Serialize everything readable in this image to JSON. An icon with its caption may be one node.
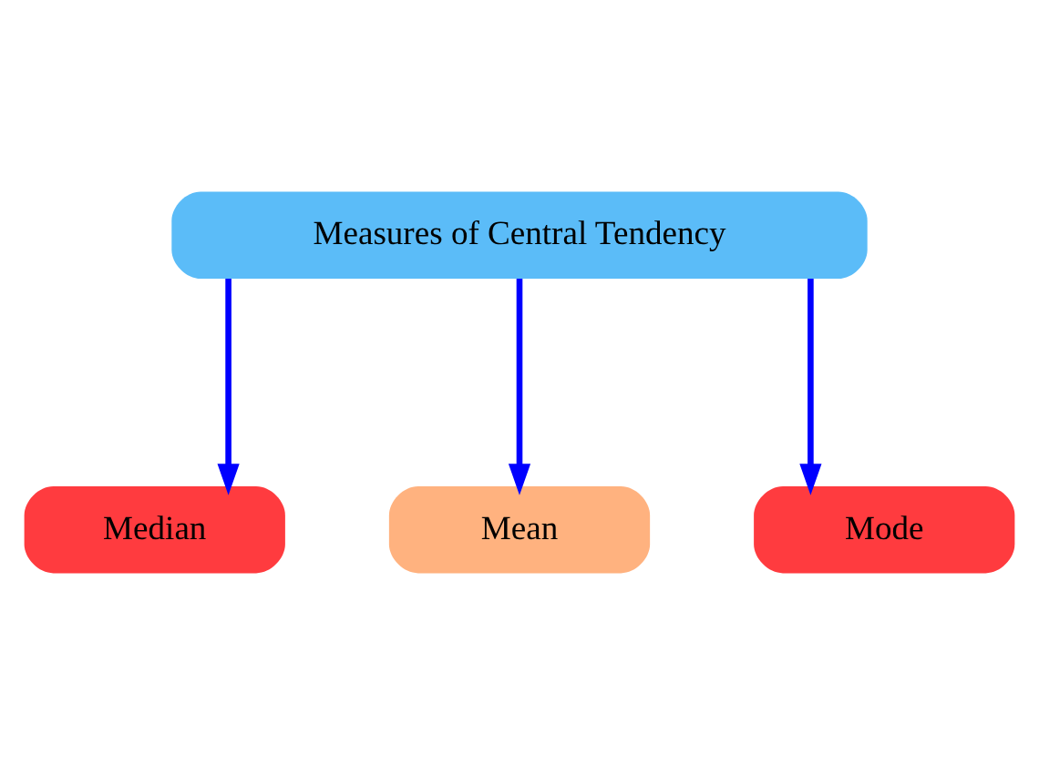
{
  "diagram": {
    "nodes": [
      {
        "text": [
          "Measures of Central Tendency"
        ]
      },
      {
        "text": [
          "Median"
        ]
      },
      {
        "text": [
          "Mean"
        ]
      },
      {
        "text": [
          "Mode"
        ]
      }
    ],
    "edges": [
      {
        "from": 0,
        "to": 1,
        "arrow": "to"
      },
      {
        "from": 0,
        "to": 2,
        "arrow": "to"
      },
      {
        "from": 0,
        "to": 3,
        "arrow": "to"
      }
    ]
  }
}
